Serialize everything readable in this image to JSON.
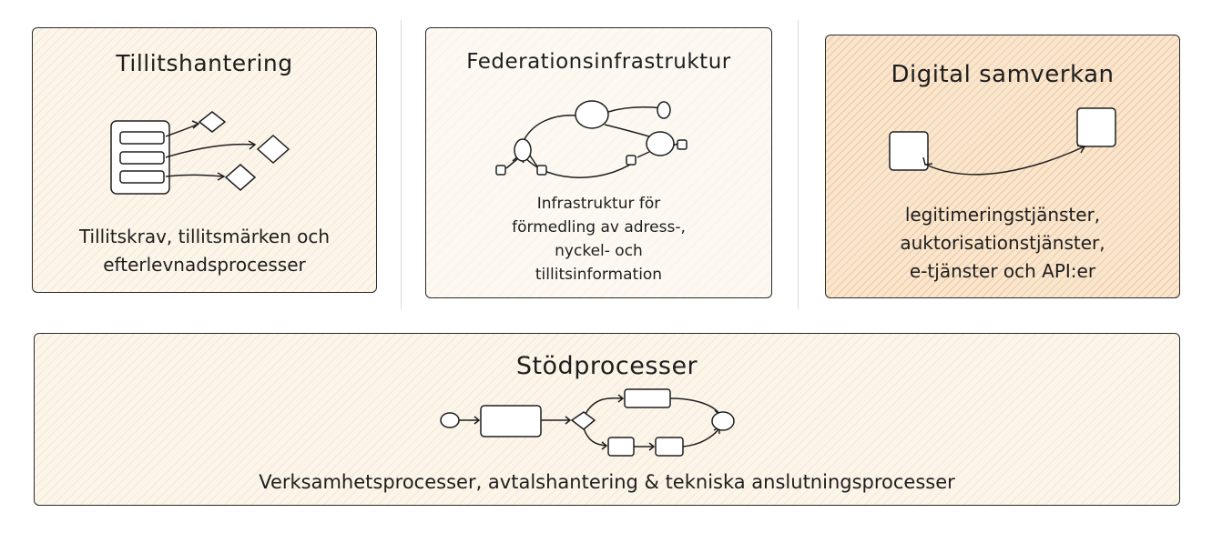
{
  "panels": {
    "trust": {
      "title": "Tillitshantering",
      "description": "Tillitskrav, tillitsmärken och\nefterlevnadsprocesser"
    },
    "federation": {
      "title": "Federationsinfrastruktur",
      "description": "Infrastruktur för\nförmedling av adress-,\nnyckel- och\ntillitsinformation"
    },
    "digital": {
      "title": "Digital samverkan",
      "description": "legitimeringstjänster,\nauktorisationstjänster,\ne-tjänster och API:er"
    },
    "support": {
      "title": "Stödprocesser",
      "description": "Verksamhetsprocesser, avtalshantering & tekniska anslutningsprocesser"
    }
  },
  "colors": {
    "stroke": "#1e1e1e",
    "panel_fill_light": "#fcf5ea",
    "panel_fill_strong": "#f9e6cf",
    "hatch": "#d6aa76"
  },
  "icons": [
    "list-to-diamonds-icon",
    "network-graph-icon",
    "connected-boxes-icon",
    "process-flow-icon"
  ]
}
